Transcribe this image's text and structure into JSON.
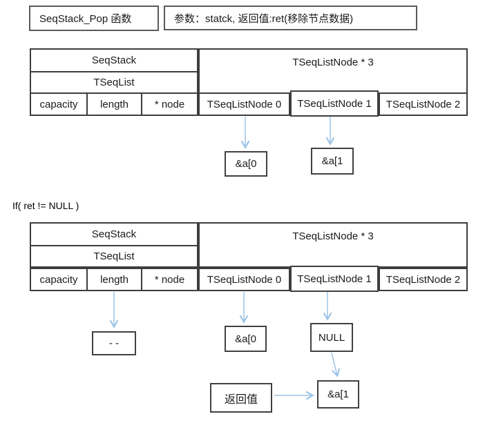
{
  "header": {
    "function_box": "SeqStack_Pop 函数",
    "params_box": "参数：statck, 返回值:ret(移除节点数据)"
  },
  "condition_text": "If( ret != NULL )",
  "table1": {
    "seqstack": "SeqStack",
    "tseqlist": "TSeqList",
    "fields": [
      "capacity",
      "length",
      "* node"
    ],
    "node_header": "TSeqListNode * 3",
    "nodes": [
      "TSeqListNode 0",
      "TSeqListNode 1",
      "TSeqListNode 2"
    ]
  },
  "diagram1": {
    "a0_box": "&a[0",
    "a1_box": "&a[1"
  },
  "table2": {
    "seqstack": "SeqStack",
    "tseqlist": "TSeqList",
    "fields": [
      "capacity",
      "length",
      "* node"
    ],
    "node_header": "TSeqListNode * 3",
    "nodes": [
      "TSeqListNode 0",
      "TSeqListNode 1",
      "TSeqListNode 2"
    ]
  },
  "diagram2": {
    "length_value_box": "- -",
    "a0_box": "&a[0",
    "null_box": "NULL",
    "a1_box": "&a[1",
    "return_value_box": "返回值"
  },
  "colors": {
    "arrow_blue": "#9DC3E6",
    "border_dark": "#404040"
  }
}
